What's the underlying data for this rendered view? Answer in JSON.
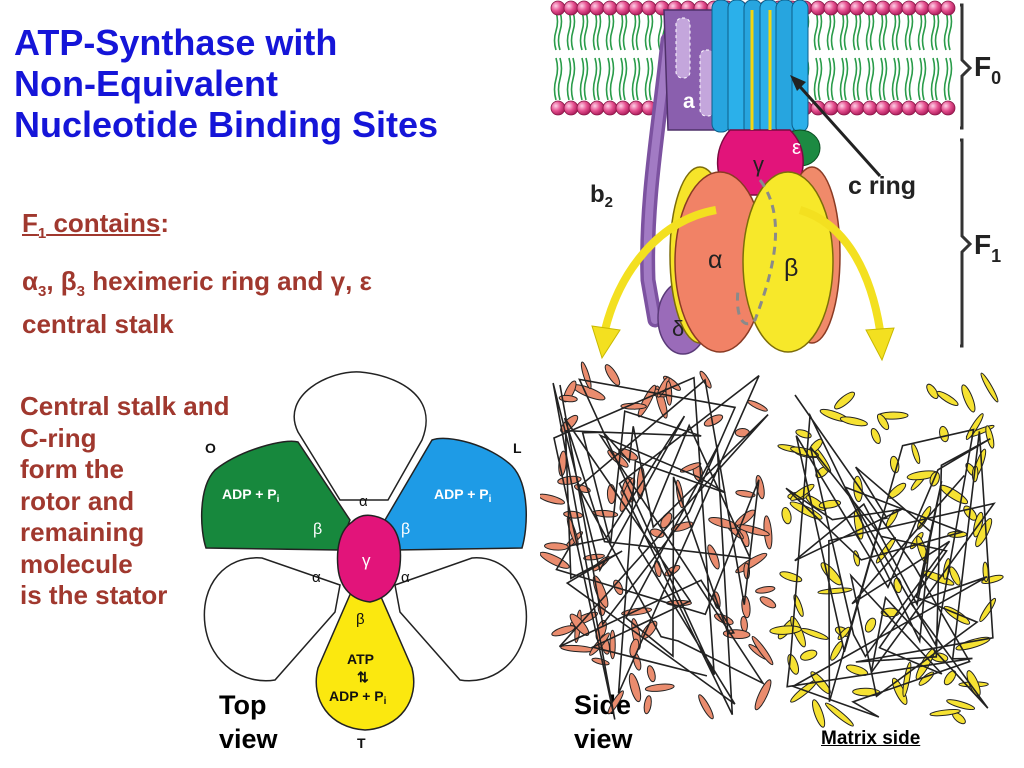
{
  "title": {
    "line1": "ATP-Synthase with",
    "line2": "Non-Equivalent",
    "line3": "Nucleotide Binding Sites"
  },
  "f1_heading": {
    "f": "F",
    "sub": "1",
    "text": " contains",
    "colon": ":"
  },
  "composition": {
    "alpha": "α",
    "sub3a": "3",
    "comma": ", β",
    "sub3b": "3",
    "rest": " heximeric ring and γ, ε",
    "line2": "central stalk"
  },
  "stalk_text": [
    "Central stalk and",
    "C-ring",
    "form the",
    "rotor and",
    "remaining",
    "molecule",
    "is the stator"
  ],
  "top_view_diagram": {
    "corner_labels": {
      "o": "O",
      "l": "L",
      "t": "T"
    },
    "green_site": "ADP + P",
    "blue_site": "ADP + P",
    "yellow_site_atp": "ATP",
    "yellow_site_arrows": "⇅",
    "yellow_site_adp": "ADP + P",
    "subscript_i": "i",
    "center": "γ",
    "alpha": "α",
    "beta": "β",
    "colors": {
      "green": "#17883d",
      "blue": "#1e9be6",
      "yellow": "#fbe80f",
      "magenta": "#e2147a"
    }
  },
  "structure_labels": {
    "a": "a",
    "gamma": "γ",
    "epsilon": "ε",
    "b2": "b",
    "b2_sub": "2",
    "c_ring": "c ring",
    "alpha": "α",
    "beta": "β",
    "delta": "δ",
    "f0": "F",
    "f0_sub": "0",
    "f1": "F",
    "f1_sub": "1"
  },
  "bottom_labels": {
    "top_view": [
      "Top",
      "view"
    ],
    "side_view": [
      "Side",
      "view"
    ],
    "matrix_side": "Matrix side"
  }
}
